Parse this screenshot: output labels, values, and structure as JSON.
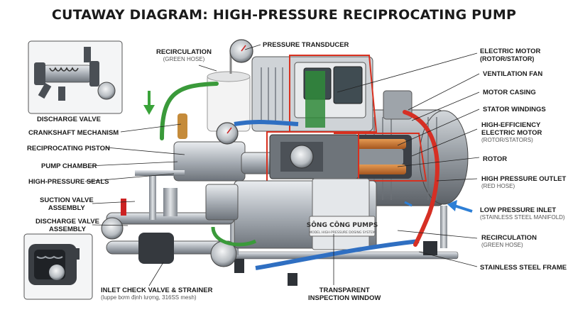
{
  "title": "CUTAWAY DIAGRAM: HIGH-PRESSURE RECIPROCATING PUMP",
  "labels_left": [
    {
      "id": "discharge-valve",
      "text": "DISCHARGE VALVE"
    },
    {
      "id": "crankshaft-mechanism",
      "text": "CRANKSHAFT MECHANISM"
    },
    {
      "id": "reciprocating-piston",
      "text": "RECIPROCATING PISTON"
    },
    {
      "id": "pump-chamber",
      "text": "PUMP CHAMBER"
    },
    {
      "id": "high-pressure-seals",
      "text": "HIGH-PRESSURE SEALS"
    },
    {
      "id": "suction-valve-assembly",
      "text": "SUCTION VALVE",
      "text2": "ASSEMBLY"
    },
    {
      "id": "discharge-valve-assembly",
      "text": "DISCHARGE VALVE",
      "text2": "ASSEMBLY"
    }
  ],
  "labels_top": [
    {
      "id": "recirculation-top",
      "text": "RECIRCULATION",
      "sub": "(GREEN HOSE)"
    },
    {
      "id": "pressure-transducer",
      "text": "PRESSURE TRANSDUCER"
    }
  ],
  "labels_right": [
    {
      "id": "electric-motor",
      "text": "ELECTRIC MOTOR",
      "sub": "(ROTOR/STATOR)"
    },
    {
      "id": "ventilation-fan",
      "text": "VENTILATION FAN"
    },
    {
      "id": "motor-casing",
      "text": "MOTOR CASING"
    },
    {
      "id": "stator-windings",
      "text": "STATOR WINDINGS"
    },
    {
      "id": "high-efficiency-motor",
      "text": "HIGH-EFFICIENCY",
      "text2": "ELECTRIC MOTOR",
      "sub": "(ROTOR/STATORS)"
    },
    {
      "id": "rotor",
      "text": "ROTOR"
    },
    {
      "id": "high-pressure-outlet",
      "text": "HIGH PRESSURE OUTLET",
      "sub": "(RED HOSE)"
    },
    {
      "id": "low-pressure-inlet",
      "text": "LOW PRESSURE INLET",
      "sub": "(STAINLESS STEEL MANIFOLD)"
    },
    {
      "id": "recirculation-right",
      "text": "RECIRCULATION",
      "sub": "(GREEN HOSE)"
    },
    {
      "id": "stainless-steel-frame",
      "text": "STAINLESS STEEL FRAME"
    }
  ],
  "labels_bottom": [
    {
      "id": "inlet-check-valve",
      "text": "INLET CHECK VALVE & STRAINER",
      "sub": "(luppe bơm định lượng, 316SS mesh)"
    },
    {
      "id": "inspection-window",
      "text": "TRANSPARENT",
      "text2": "INSPECTION WINDOW"
    }
  ],
  "nameplate": {
    "line1": "SÔNG CÔNG PUMPS",
    "line2": "MODEL HIGH-PRESSURE DOSING SYSTEM"
  },
  "colors": {
    "red_hose": "#d62f24",
    "green_hose": "#3a9a3a",
    "blue_hose": "#2f6fc2",
    "steel": "#b9bec4",
    "arrow_green": "#3aa33a",
    "arrow_blue": "#2d7fd6"
  }
}
